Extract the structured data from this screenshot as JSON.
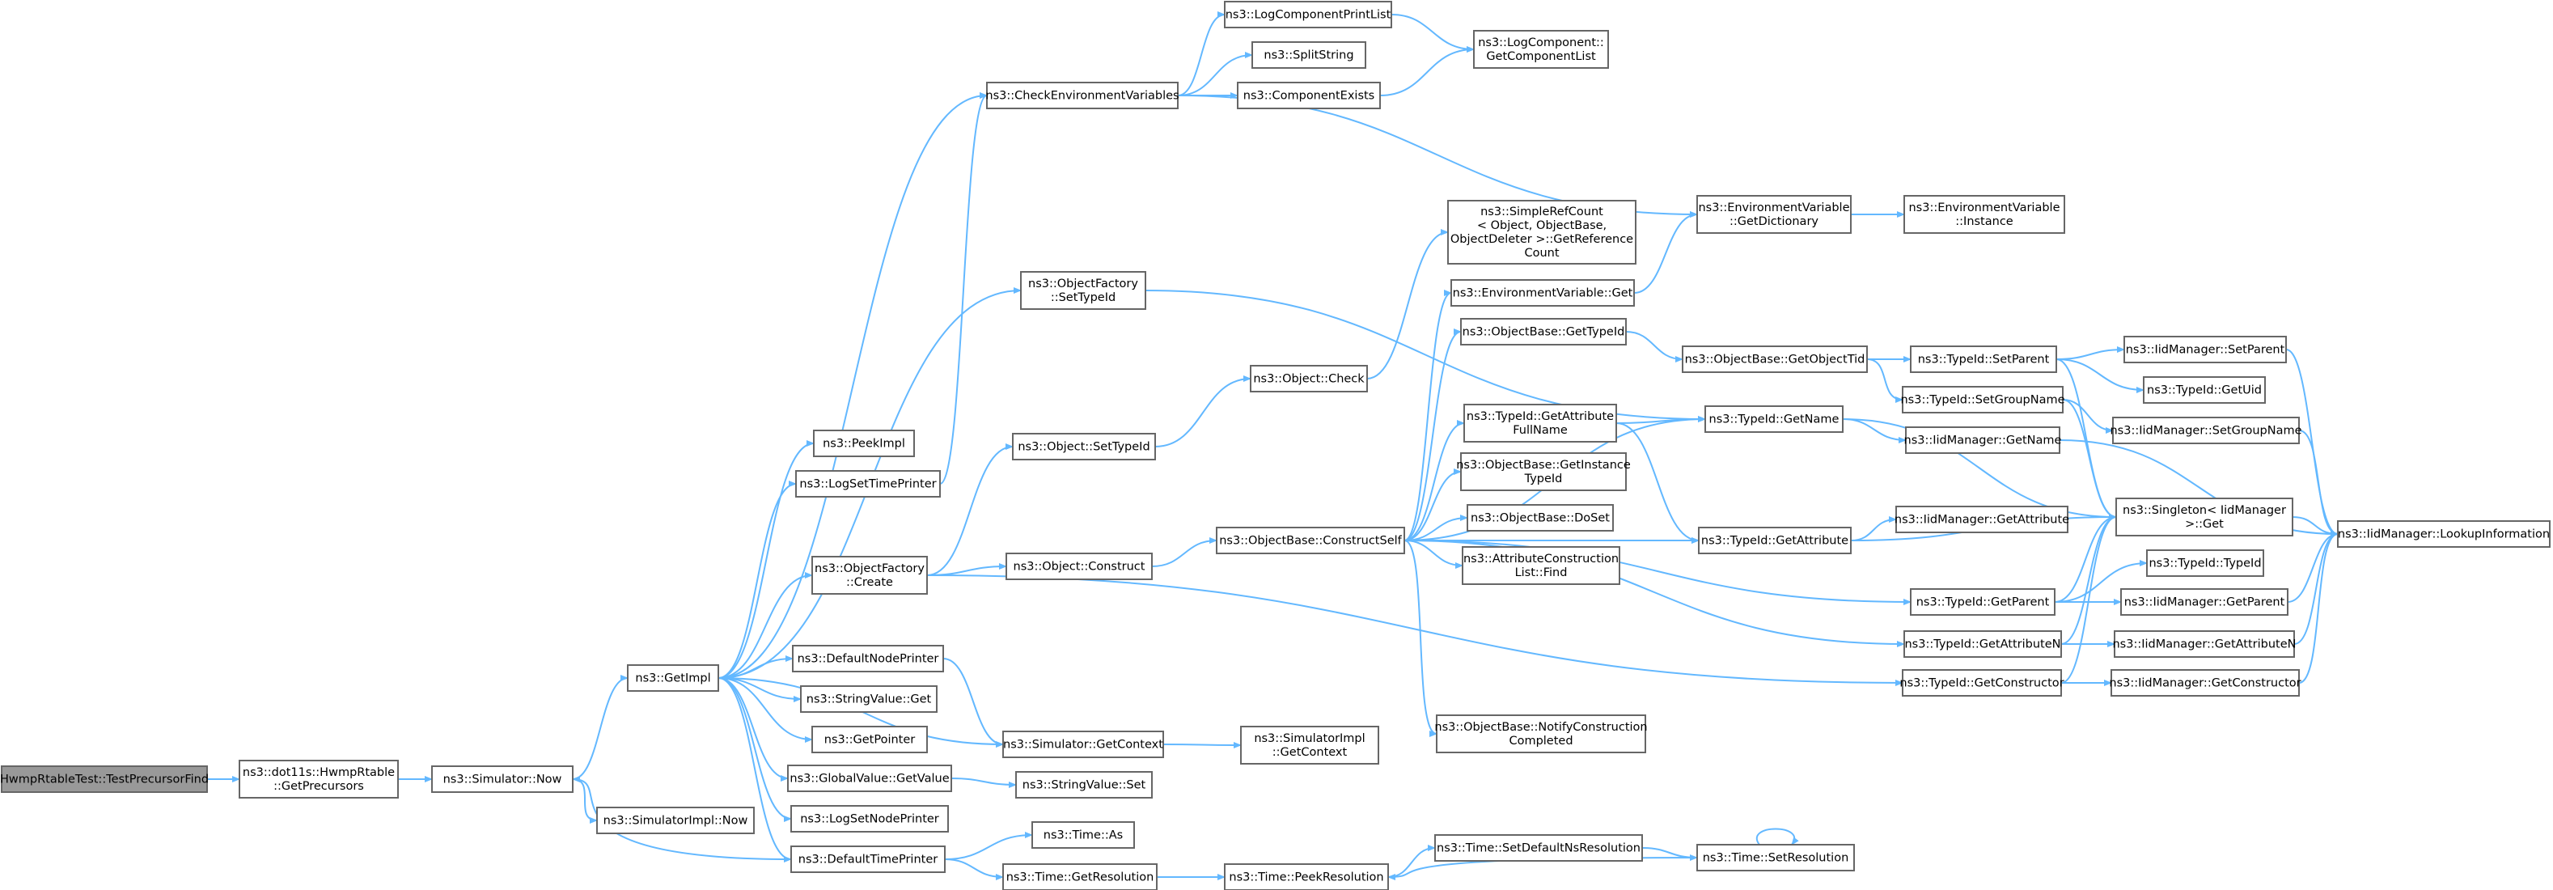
{
  "nodes": [
    {
      "id": "root",
      "lines": [
        "HwmpRtableTest::TestPrecursorFind"
      ],
      "highlight": true
    },
    {
      "id": "getprec",
      "lines": [
        "ns3::dot11s::HwmpRtable",
        "::GetPrecursors"
      ]
    },
    {
      "id": "simnow",
      "lines": [
        "ns3::Simulator::Now"
      ]
    },
    {
      "id": "simimplnow",
      "lines": [
        "ns3::SimulatorImpl::Now"
      ]
    },
    {
      "id": "getimpl",
      "lines": [
        "ns3::GetImpl"
      ]
    },
    {
      "id": "peekimpl",
      "lines": [
        "ns3::PeekImpl"
      ]
    },
    {
      "id": "logsettime",
      "lines": [
        "ns3::LogSetTimePrinter"
      ]
    },
    {
      "id": "ofcreate",
      "lines": [
        "ns3::ObjectFactory",
        "::Create"
      ]
    },
    {
      "id": "defnodeprinter",
      "lines": [
        "ns3::DefaultNodePrinter"
      ]
    },
    {
      "id": "strvalget",
      "lines": [
        "ns3::StringValue::Get"
      ]
    },
    {
      "id": "getpointer",
      "lines": [
        "ns3::GetPointer"
      ]
    },
    {
      "id": "gvgetvalue",
      "lines": [
        "ns3::GlobalValue::GetValue"
      ]
    },
    {
      "id": "logsetnode",
      "lines": [
        "ns3::LogSetNodePrinter"
      ]
    },
    {
      "id": "deftimeprinter",
      "lines": [
        "ns3::DefaultTimePrinter"
      ]
    },
    {
      "id": "checkenv",
      "lines": [
        "ns3::CheckEnvironmentVariables"
      ]
    },
    {
      "id": "ofsettypeid",
      "lines": [
        "ns3::ObjectFactory",
        "::SetTypeId"
      ]
    },
    {
      "id": "objsettypeid",
      "lines": [
        "ns3::Object::SetTypeId"
      ]
    },
    {
      "id": "objconstruct",
      "lines": [
        "ns3::Object::Construct"
      ]
    },
    {
      "id": "simgetctx",
      "lines": [
        "ns3::Simulator::GetContext"
      ]
    },
    {
      "id": "strvalset",
      "lines": [
        "ns3::StringValue::Set"
      ]
    },
    {
      "id": "timeas",
      "lines": [
        "ns3::Time::As"
      ]
    },
    {
      "id": "timegetres",
      "lines": [
        "ns3::Time::GetResolution"
      ]
    },
    {
      "id": "logcompprint",
      "lines": [
        "ns3::LogComponentPrintList"
      ]
    },
    {
      "id": "splitstring",
      "lines": [
        "ns3::SplitString"
      ]
    },
    {
      "id": "compexists",
      "lines": [
        "ns3::ComponentExists"
      ]
    },
    {
      "id": "objcheck",
      "lines": [
        "ns3::Object::Check"
      ]
    },
    {
      "id": "obconstructself",
      "lines": [
        "ns3::ObjectBase::ConstructSelf"
      ]
    },
    {
      "id": "simimplgetctx",
      "lines": [
        "ns3::SimulatorImpl",
        "::GetContext"
      ]
    },
    {
      "id": "timepeekres",
      "lines": [
        "ns3::Time::PeekResolution"
      ]
    },
    {
      "id": "logcompgetlist",
      "lines": [
        "ns3::LogComponent::",
        "GetComponentList"
      ]
    },
    {
      "id": "simplerefcount",
      "lines": [
        "ns3::SimpleRefCount",
        "< Object, ObjectBase,",
        "ObjectDeleter >::GetReference",
        "Count"
      ]
    },
    {
      "id": "envvarget",
      "lines": [
        "ns3::EnvironmentVariable::Get"
      ]
    },
    {
      "id": "obgettypeid",
      "lines": [
        "ns3::ObjectBase::GetTypeId"
      ]
    },
    {
      "id": "tidgetattrfullname",
      "lines": [
        "ns3::TypeId::GetAttribute",
        "FullName"
      ]
    },
    {
      "id": "obgetinstancetypeid",
      "lines": [
        "ns3::ObjectBase::GetInstance",
        "TypeId"
      ]
    },
    {
      "id": "obdoset",
      "lines": [
        "ns3::ObjectBase::DoSet"
      ]
    },
    {
      "id": "acfind",
      "lines": [
        "ns3::AttributeConstruction",
        "List::Find"
      ]
    },
    {
      "id": "obnotify",
      "lines": [
        "ns3::ObjectBase::NotifyConstruction",
        "Completed"
      ]
    },
    {
      "id": "timesetdefns",
      "lines": [
        "ns3::Time::SetDefaultNsResolution"
      ]
    },
    {
      "id": "envvargetdict",
      "lines": [
        "ns3::EnvironmentVariable",
        "::GetDictionary"
      ]
    },
    {
      "id": "tidgetname",
      "lines": [
        "ns3::TypeId::GetName"
      ]
    },
    {
      "id": "tidgetattribute",
      "lines": [
        "ns3::TypeId::GetAttribute"
      ]
    },
    {
      "id": "obgetobjecttid",
      "lines": [
        "ns3::ObjectBase::GetObjectTid"
      ]
    },
    {
      "id": "timesetres",
      "lines": [
        "ns3::Time::SetResolution"
      ]
    },
    {
      "id": "envvarinstance",
      "lines": [
        "ns3::EnvironmentVariable",
        "::Instance"
      ]
    },
    {
      "id": "tidsetparent",
      "lines": [
        "ns3::TypeId::SetParent"
      ]
    },
    {
      "id": "tidsetgroupname",
      "lines": [
        "ns3::TypeId::SetGroupName"
      ]
    },
    {
      "id": "iidmgetname",
      "lines": [
        "ns3::IidManager::GetName"
      ]
    },
    {
      "id": "iidmgetattr",
      "lines": [
        "ns3::IidManager::GetAttribute"
      ]
    },
    {
      "id": "tidgetparent",
      "lines": [
        "ns3::TypeId::GetParent"
      ]
    },
    {
      "id": "tidgetattrn",
      "lines": [
        "ns3::TypeId::GetAttributeN"
      ]
    },
    {
      "id": "tidgetctor",
      "lines": [
        "ns3::TypeId::GetConstructor"
      ]
    },
    {
      "id": "iidmsetparent",
      "lines": [
        "ns3::IidManager::SetParent"
      ]
    },
    {
      "id": "tidgetuid",
      "lines": [
        "ns3::TypeId::GetUid"
      ]
    },
    {
      "id": "iidmsetgroupname",
      "lines": [
        "ns3::IidManager::SetGroupName"
      ]
    },
    {
      "id": "singletonget",
      "lines": [
        "ns3::Singleton< IidManager",
        ">::Get"
      ]
    },
    {
      "id": "tidtypeid",
      "lines": [
        "ns3::TypeId::TypeId"
      ]
    },
    {
      "id": "iidmgetparent",
      "lines": [
        "ns3::IidManager::GetParent"
      ]
    },
    {
      "id": "iidmgetattrn",
      "lines": [
        "ns3::IidManager::GetAttributeN"
      ]
    },
    {
      "id": "iidmgetctor",
      "lines": [
        "ns3::IidManager::GetConstructor"
      ]
    },
    {
      "id": "iidmlookup",
      "lines": [
        "ns3::IidManager::LookupInformation"
      ]
    }
  ],
  "edges": [
    [
      "root",
      "getprec"
    ],
    [
      "getprec",
      "simnow"
    ],
    [
      "simnow",
      "getimpl"
    ],
    [
      "simnow",
      "simimplnow"
    ],
    [
      "getimpl",
      "peekimpl"
    ],
    [
      "getimpl",
      "logsettime"
    ],
    [
      "getimpl",
      "ofcreate"
    ],
    [
      "getimpl",
      "defnodeprinter"
    ],
    [
      "getimpl",
      "strvalget"
    ],
    [
      "getimpl",
      "getpointer"
    ],
    [
      "getimpl",
      "gvgetvalue"
    ],
    [
      "getimpl",
      "logsetnode"
    ],
    [
      "getimpl",
      "deftimeprinter"
    ],
    [
      "getimpl",
      "checkenv"
    ],
    [
      "getimpl",
      "ofsettypeid"
    ],
    [
      "getimpl",
      "simgetctx"
    ],
    [
      "logsettime",
      "checkenv"
    ],
    [
      "ofcreate",
      "objsettypeid"
    ],
    [
      "ofcreate",
      "objconstruct"
    ],
    [
      "ofcreate",
      "tidgetctor"
    ],
    [
      "defnodeprinter",
      "simgetctx"
    ],
    [
      "gvgetvalue",
      "strvalset"
    ],
    [
      "deftimeprinter",
      "timeas"
    ],
    [
      "deftimeprinter",
      "timegetres"
    ],
    [
      "deftimeprinter",
      "simnow"
    ],
    [
      "checkenv",
      "logcompprint"
    ],
    [
      "checkenv",
      "splitstring"
    ],
    [
      "checkenv",
      "compexists"
    ],
    [
      "checkenv",
      "envvargetdict"
    ],
    [
      "ofsettypeid",
      "tidgetname"
    ],
    [
      "objsettypeid",
      "objcheck"
    ],
    [
      "objconstruct",
      "obconstructself"
    ],
    [
      "simgetctx",
      "simimplgetctx"
    ],
    [
      "timegetres",
      "timepeekres"
    ],
    [
      "logcompprint",
      "logcompgetlist"
    ],
    [
      "compexists",
      "logcompgetlist"
    ],
    [
      "objcheck",
      "simplerefcount"
    ],
    [
      "obconstructself",
      "envvarget"
    ],
    [
      "obconstructself",
      "obgettypeid"
    ],
    [
      "obconstructself",
      "tidgetattrfullname"
    ],
    [
      "obconstructself",
      "obgetinstancetypeid"
    ],
    [
      "obconstructself",
      "obdoset"
    ],
    [
      "obconstructself",
      "acfind"
    ],
    [
      "obconstructself",
      "obnotify"
    ],
    [
      "obconstructself",
      "tidgetname"
    ],
    [
      "obconstructself",
      "tidgetattribute"
    ],
    [
      "obconstructself",
      "tidgetparent"
    ],
    [
      "obconstructself",
      "tidgetattrn"
    ],
    [
      "timepeekres",
      "timesetdefns"
    ],
    [
      "envvarget",
      "envvargetdict"
    ],
    [
      "obgettypeid",
      "obgetobjecttid"
    ],
    [
      "tidgetattrfullname",
      "tidgetname"
    ],
    [
      "tidgetattrfullname",
      "tidgetattribute"
    ],
    [
      "timesetdefns",
      "timesetres"
    ],
    [
      "timesetres",
      "timepeekres"
    ],
    [
      "timesetres",
      "timesetres"
    ],
    [
      "envvargetdict",
      "envvarinstance"
    ],
    [
      "tidgetname",
      "iidmgetname"
    ],
    [
      "tidgetname",
      "singletonget"
    ],
    [
      "tidgetattribute",
      "iidmgetattr"
    ],
    [
      "tidgetattribute",
      "singletonget"
    ],
    [
      "obgetobjecttid",
      "tidsetparent"
    ],
    [
      "obgetobjecttid",
      "tidsetgroupname"
    ],
    [
      "tidsetparent",
      "iidmsetparent"
    ],
    [
      "tidsetparent",
      "tidgetuid"
    ],
    [
      "tidsetparent",
      "singletonget"
    ],
    [
      "tidsetgroupname",
      "iidmsetgroupname"
    ],
    [
      "tidsetgroupname",
      "singletonget"
    ],
    [
      "iidmgetname",
      "iidmlookup"
    ],
    [
      "tidgetparent",
      "tidtypeid"
    ],
    [
      "tidgetparent",
      "iidmgetparent"
    ],
    [
      "tidgetparent",
      "singletonget"
    ],
    [
      "tidgetattrn",
      "iidmgetattrn"
    ],
    [
      "tidgetattrn",
      "singletonget"
    ],
    [
      "tidgetctor",
      "iidmgetctor"
    ],
    [
      "tidgetctor",
      "singletonget"
    ],
    [
      "iidmsetparent",
      "iidmlookup"
    ],
    [
      "iidmsetgroupname",
      "iidmlookup"
    ],
    [
      "singletonget",
      "iidmlookup"
    ],
    [
      "iidmgetparent",
      "iidmlookup"
    ],
    [
      "iidmgetattrn",
      "iidmlookup"
    ],
    [
      "iidmgetctor",
      "iidmlookup"
    ]
  ]
}
